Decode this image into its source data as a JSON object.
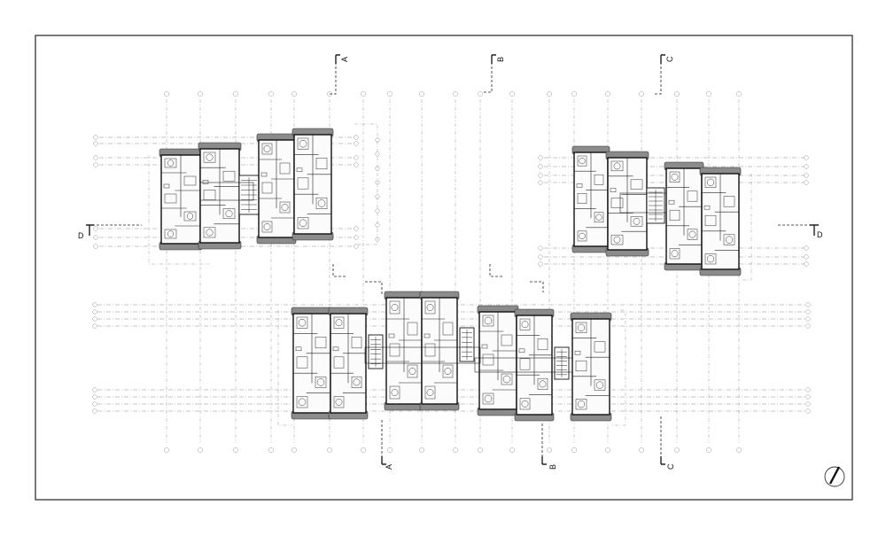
{
  "sections": {
    "top_a": "A",
    "top_b": "B",
    "top_c": "C",
    "bottom_a": "A",
    "bottom_b": "B",
    "bottom_c": "C",
    "left_d": "D",
    "right_d": "D"
  },
  "icons": {
    "north_arrow": "north-arrow-icon"
  },
  "colors": {
    "line": "#111111",
    "balcony": "#8b8b8b",
    "grid": "#9a9a9a"
  }
}
